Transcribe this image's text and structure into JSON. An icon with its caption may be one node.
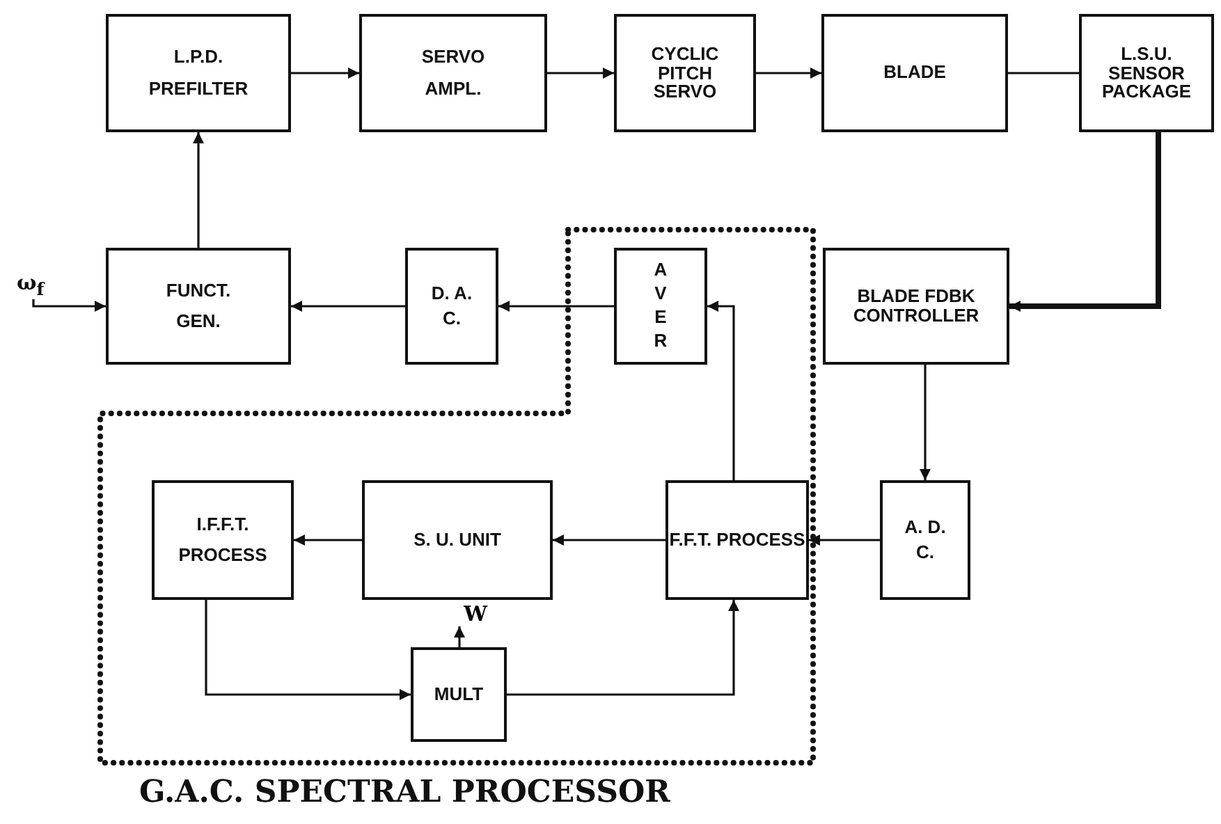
{
  "diagram": {
    "nodes": [
      {
        "text": [
          "L.P.D. PREFILTER"
        ]
      },
      {
        "text": [
          "SERVO AMPL."
        ]
      },
      {
        "text": [
          "CYCLIC PITCH SERVO"
        ]
      },
      {
        "text": [
          "BLADE"
        ]
      },
      {
        "text": [
          "L.S.U. SENSOR PACKAGE"
        ]
      },
      {
        "text": [
          "FUNCT. GEN."
        ]
      },
      {
        "text": [
          "D. A. C."
        ]
      },
      {
        "text": [
          "G.A.C. SPECTRAL PROCESSOR"
        ]
      },
      {
        "text": [
          "AVER"
        ],
        "in": 7
      },
      {
        "text": [
          "BLADE FDBK CONTROLLER"
        ]
      },
      {
        "text": [
          "I.F.F.T. PROCESS"
        ],
        "in": 7
      },
      {
        "text": [
          "S. U. UNIT"
        ],
        "in": 7
      },
      {
        "text": [
          "F.F.T. PROCESS"
        ],
        "in": 7
      },
      {
        "text": [
          "A. D. C."
        ]
      },
      {
        "text": [
          "MULT"
        ],
        "in": 7
      },
      {
        "text": [
          "W"
        ],
        "in": 7
      }
    ],
    "edges": [
      {
        "from": 0,
        "to": 1,
        "arrow": "to"
      },
      {
        "from": 1,
        "to": 2,
        "arrow": "to"
      },
      {
        "from": 2,
        "to": 3,
        "arrow": "to"
      },
      {
        "from": 3,
        "to": 4,
        "arrow": "none"
      },
      {
        "from": 4,
        "to": 9,
        "arrow": "to",
        "style": "thick"
      },
      {
        "from": 5,
        "to": 0,
        "arrow": "to"
      },
      {
        "from": 6,
        "to": 5,
        "arrow": "to"
      },
      {
        "from": 8,
        "to": 6,
        "arrow": "to"
      },
      {
        "from": 12,
        "to": 8,
        "arrow": "to"
      },
      {
        "from": 9,
        "to": 13,
        "arrow": "to"
      },
      {
        "from": 13,
        "to": 12,
        "arrow": "to"
      },
      {
        "from": 12,
        "to": 11,
        "arrow": "to"
      },
      {
        "from": 11,
        "to": 10,
        "arrow": "to"
      },
      {
        "from": 10,
        "to": 14,
        "arrow": "to"
      },
      {
        "from": 14,
        "to": 12,
        "arrow": "to"
      },
      {
        "from": null,
        "to": 5,
        "arrow": "to",
        "label": "ω$_{f}$"
      },
      {
        "from": 14,
        "to": 15,
        "arrow": "to"
      }
    ]
  }
}
